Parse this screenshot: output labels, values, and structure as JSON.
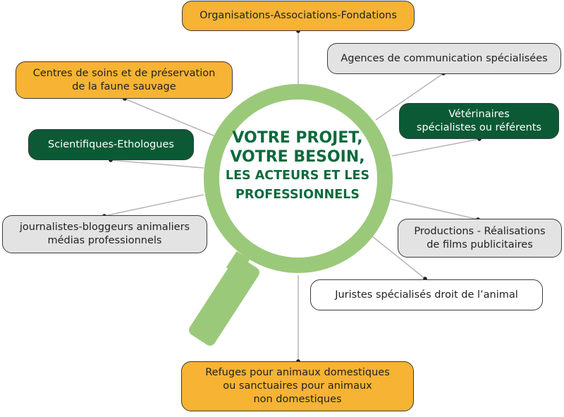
{
  "center": {
    "line1": "VOTRE PROJET,",
    "line2": "VOTRE BESOIN,",
    "line3": "LES ACTEURS ET LES",
    "line4": "PROFESSIONNELS"
  },
  "nodes": [
    {
      "id": "organisations",
      "label": "Organisations-Associations-Fondations",
      "style": "orange"
    },
    {
      "id": "agences",
      "label": "Agences de communication spécialisées",
      "style": "grey"
    },
    {
      "id": "centres",
      "label": "Centres de soins et de préservation\nde la faune sauvage",
      "style": "orange"
    },
    {
      "id": "veterinaires",
      "label": "Vétérinaires\nspécialistes ou référents",
      "style": "green"
    },
    {
      "id": "scientifiques",
      "label": "Scientifiques-Ethologues",
      "style": "green"
    },
    {
      "id": "journalistes",
      "label": "journalistes-bloggeurs animaliers\nmédias professionnels",
      "style": "grey"
    },
    {
      "id": "productions",
      "label": "Productions - Réalisations\nde films publicitaires",
      "style": "grey"
    },
    {
      "id": "juristes",
      "label": "Juristes spécialisés droit de l’animal",
      "style": "white"
    },
    {
      "id": "refuges",
      "label": "Refuges pour animaux domestiques\nou sanctuaires pour animaux\nnon domestiques",
      "style": "orange"
    }
  ],
  "colors": {
    "orange": "#f6b334",
    "grey": "#e3e3e3",
    "green_dark": "#0b5a35",
    "magnifier_green": "#9bc97a",
    "center_text": "#0b6a3d",
    "connector": "#b5b5b5"
  }
}
